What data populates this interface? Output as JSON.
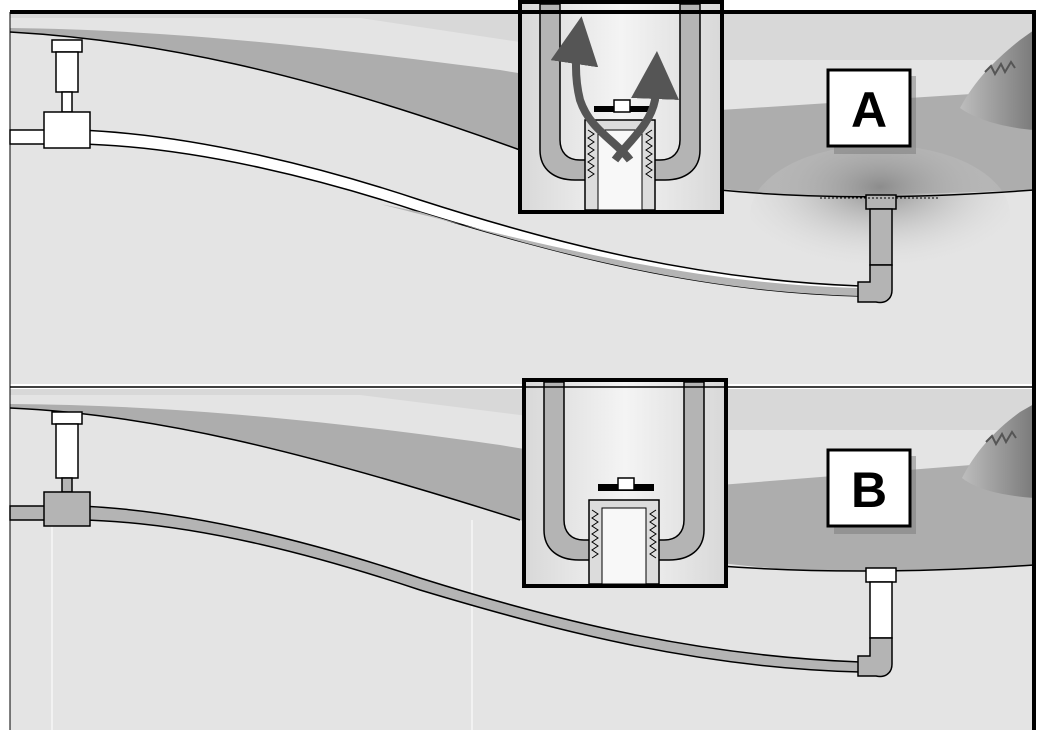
{
  "panels": [
    {
      "id": "A",
      "label": "A",
      "valve_state": "open",
      "flow_arrows": true
    },
    {
      "id": "B",
      "label": "B",
      "valve_state": "closed",
      "flow_arrows": false
    }
  ],
  "colors": {
    "background": "#e4e4e4",
    "soil_dark": "#adadad",
    "soil_light": "#d0d0d0",
    "pipe_fill": "#b4b4b4",
    "pipe_empty": "#ffffff",
    "outline": "#000000"
  }
}
